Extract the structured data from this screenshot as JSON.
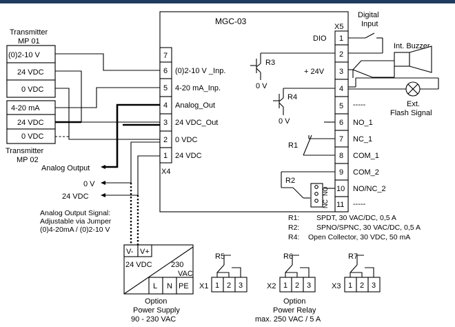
{
  "device": {
    "title": "MGC-03",
    "x4": "X4",
    "x5": "X5"
  },
  "terminals_x4": [
    {
      "num": "7",
      "label": ""
    },
    {
      "num": "6",
      "label": "(0)2-10 V _Inp."
    },
    {
      "num": "5",
      "label": "4-20 mA_Inp."
    },
    {
      "num": "4",
      "label": "Analog_Out"
    },
    {
      "num": "3",
      "label": "24 VDC_Out"
    },
    {
      "num": "2",
      "label": "0 VDC"
    },
    {
      "num": "1",
      "label": "24 VDC"
    }
  ],
  "terminals_x5": [
    {
      "num": "1",
      "label": "DIO"
    },
    {
      "num": "2",
      "label": ""
    },
    {
      "num": "3",
      "label": "+ 24V"
    },
    {
      "num": "4",
      "label": ""
    },
    {
      "num": "5",
      "label": "-----"
    },
    {
      "num": "6",
      "label": "NO_1"
    },
    {
      "num": "7",
      "label": "NC_1"
    },
    {
      "num": "8",
      "label": "COM_1"
    },
    {
      "num": "9",
      "label": "COM_2"
    },
    {
      "num": "10",
      "label": "NO/NC_2"
    },
    {
      "num": "11",
      "label": "-----"
    }
  ],
  "relays": {
    "r1": "R1",
    "r2": "R2",
    "r3": "R3",
    "r4": "R4",
    "ov": "0 V",
    "nc": "NC",
    "no": "NO"
  },
  "transmitter1": {
    "title1": "Transmitter",
    "title2": "MP 01",
    "rows": [
      "(0)2-10 V",
      "24 VDC",
      "0 VDC"
    ]
  },
  "transmitter2": {
    "title1": "Transmitter",
    "title2": "MP 02",
    "rows": [
      "4-20 mA",
      "24 VDC",
      "0 VDC"
    ]
  },
  "outputs": {
    "analog": "Analog Output",
    "ov": "0 V",
    "vdc": "24 VDC"
  },
  "analog_note": [
    "Analog Output Signal:",
    "Adjustable via Jumper",
    "(0)4-20mA / (0)2-10 V"
  ],
  "digital_input": [
    "Digital",
    "Input"
  ],
  "buzzer": "Int. Buzzer",
  "flash": [
    "Ext.",
    "Flash Signal"
  ],
  "specs": [
    {
      "key": "R1:",
      "val": "SPDT, 30 VAC/DC, 0,5 A"
    },
    {
      "key": "R2:",
      "val": "SPNO/SPNC, 30 VAC/DC, 0,5 A"
    },
    {
      "key": "R4:",
      "val": "Open Collector, 30 VDC, 50 mA"
    }
  ],
  "power_supply": {
    "vminus": "V-",
    "vplus": "V+",
    "vdc": "24 VDC",
    "vac1": "230",
    "vac2": "VAC",
    "pins": [
      "L",
      "N",
      "PE"
    ],
    "caption": [
      "Option",
      "Power Supply",
      "90 -  230 VAC"
    ]
  },
  "power_relay": {
    "blocks": [
      {
        "conn": "X1",
        "relay": "R5"
      },
      {
        "conn": "X2",
        "relay": "R6"
      },
      {
        "conn": "X3",
        "relay": "R7"
      }
    ],
    "pins": [
      "1",
      "2",
      "3"
    ],
    "caption": [
      "Option",
      "Power Relay",
      "max. 250 VAC / 5 A"
    ]
  }
}
